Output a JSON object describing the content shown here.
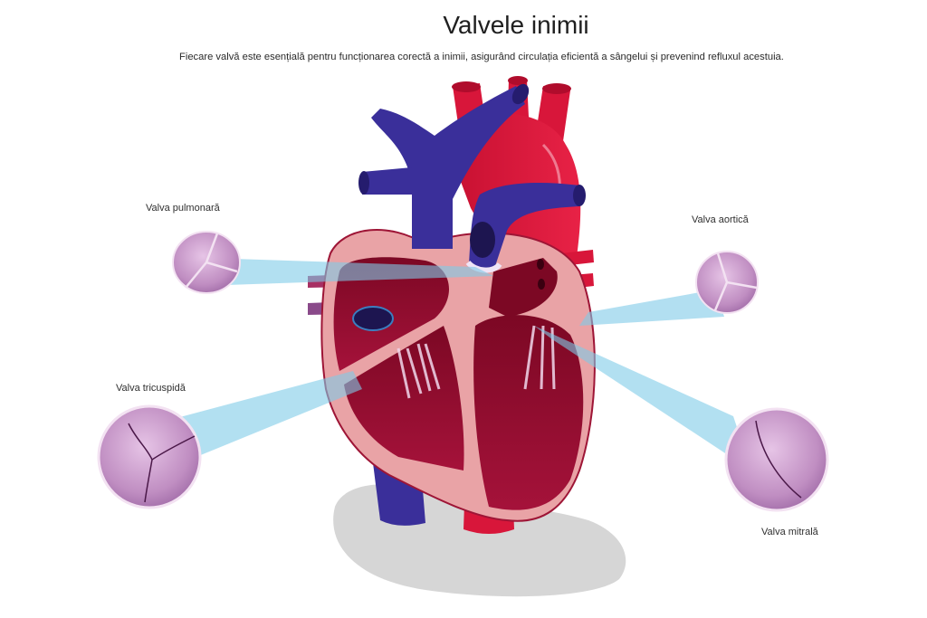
{
  "header": {
    "title": "Valvele inimii",
    "subtitle": "Fiecare valvă este esențială pentru funcționarea corectă a inimii, asigurând circulația eficientă a sângelui și prevenind refluxul acestuia."
  },
  "valves": [
    {
      "id": "pulmonary",
      "label": "Valva pulmonară",
      "cusps": 3
    },
    {
      "id": "aortic",
      "label": "Valva aortică",
      "cusps": 3
    },
    {
      "id": "tricuspid",
      "label": "Valva tricuspidă",
      "cusps": 3
    },
    {
      "id": "mitral",
      "label": "Valva mitrală",
      "cusps": 2
    }
  ],
  "colors": {
    "vein_blue": "#3a2f9a",
    "artery_red": "#d8163a",
    "chamber_dark": "#8c0a2a",
    "wall_pink": "#e9a3a6",
    "valve_purple": "#c99ac8",
    "beam_blue": "#7fcbe8",
    "shadow_gray": "#d5d5d5"
  }
}
